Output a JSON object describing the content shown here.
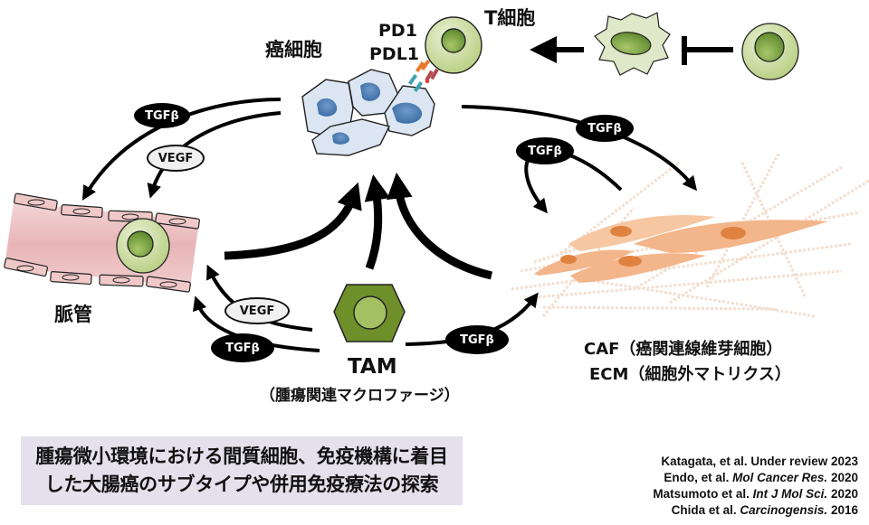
{
  "labels": {
    "cancer_cell": "癌細胞",
    "t_cell": "T細胞",
    "pd1": "PD1",
    "pdl1": "PDL1",
    "vessel": "脈管",
    "tam": "TAM",
    "tam_full": "（腫瘍関連マクロファージ）",
    "caf": "CAF（癌関連線維芽細胞）",
    "ecm": "ECM（細胞外マトリクス）"
  },
  "signals": {
    "tgfb": "TGFβ",
    "vegf": "VEGF"
  },
  "summary": {
    "line1": "腫瘍微小環境における間質細胞、免疫機構に着目",
    "line2": "した大腸癌のサブタイプや併用免疫療法の探索"
  },
  "references": [
    {
      "authors": "Katagata, et al.",
      "journal": "",
      "text": "Under review 2023"
    },
    {
      "authors": "Endo, et al.",
      "journal": "Mol Cancer Res.",
      "text": "2020"
    },
    {
      "authors": "Matsumoto et al.",
      "journal": "Int J Mol Sci.",
      "text": "2020"
    },
    {
      "authors": "Chida et al.",
      "journal": "Carcinogensis.",
      "text": "2016"
    }
  ],
  "colors": {
    "cancer_cell_fill": "#dbe6f2",
    "cancer_nucleus": "#4f7fb5",
    "t_cell_fill": "#c3d98f",
    "t_cell_nucleus": "#7fa84a",
    "vessel_fill": "#eec3c3",
    "tam_fill": "#6e8f2a",
    "caf_fill": "#f3b58a",
    "caf_nucleus": "#e0823f",
    "summary_bg": "#e4e0ec"
  }
}
